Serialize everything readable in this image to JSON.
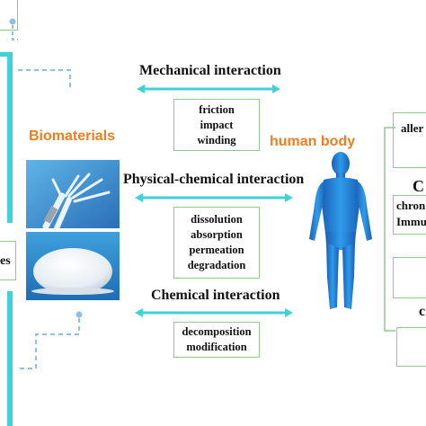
{
  "center": {
    "mechanical": {
      "title": "Mechanical interaction",
      "items": [
        "friction",
        "impact",
        "winding"
      ]
    },
    "physical_chemical": {
      "title": "Physical-chemical interaction",
      "items": [
        "dissolution",
        "absorption",
        "permeation",
        "degradation"
      ]
    },
    "chemical": {
      "title": "Chemical interaction",
      "items": [
        "decomposition",
        "modification"
      ]
    }
  },
  "labels": {
    "biomaterials": "Biomaterials",
    "human_body": "human body"
  },
  "left_edge": {
    "es_fragment": "es"
  },
  "right_edge": {
    "aller_fragment": "aller",
    "c_fragment": "C",
    "chron_fragment": "chron",
    "immu_fragment": "Immu",
    "small_c_fragment": "c"
  },
  "colors": {
    "arrow": "#3fd3d8",
    "box_border": "#8fc98f",
    "accent": "#f07d1e",
    "body": "#1e7fd8"
  }
}
